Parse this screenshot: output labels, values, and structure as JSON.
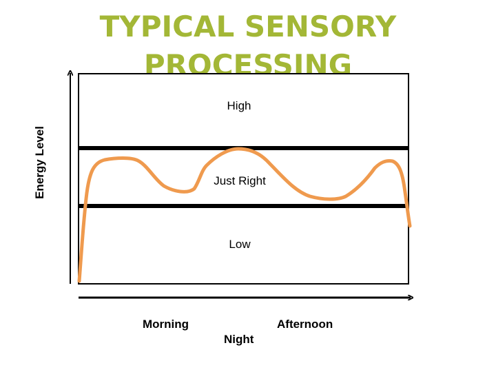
{
  "title": {
    "line1": "TYPICAL SENSORY",
    "line2": "PROCESSING"
  },
  "y_axis_label": "Energy Level",
  "zones": {
    "high": "High",
    "just_right": "Just Right",
    "low": "Low"
  },
  "time_labels": {
    "morning": "Morning",
    "night": "Night",
    "afternoon": "Afternoon"
  },
  "colors": {
    "title": "#a3b736",
    "curve": "#ef9a4e",
    "lines": "#000000"
  }
}
